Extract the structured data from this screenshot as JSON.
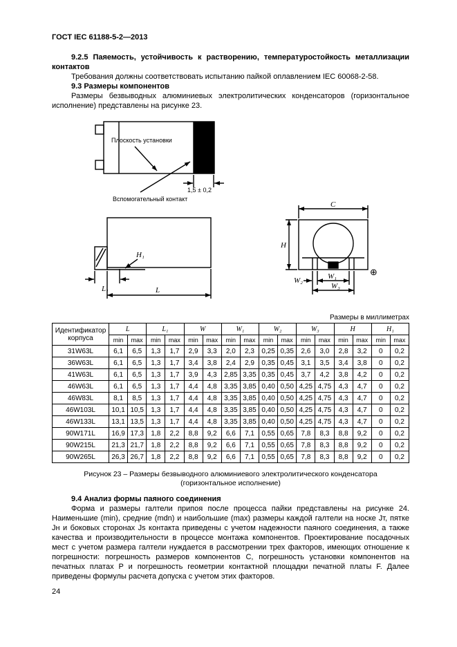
{
  "header": {
    "title": "ГОСТ IEC 61188-5-2—2013"
  },
  "sections": {
    "s925": {
      "heading": "9.2.5 Паяемость, устойчивость к растворению, температуростойкость металлизации контактов",
      "body": "Требования должны соответствовать испытанию пайкой оплавлением IEC 60068-2-58."
    },
    "s93": {
      "heading": "9.3 Размеры компонентов",
      "body": "Размеры безвыводных алюминиевых электролитических конденсаторов (горизонтальное исполнение) представлены на рисунке 23."
    },
    "s94": {
      "heading": "9.4 Анализ формы паяного соединения",
      "body": "Форма и размеры галтели припоя после процесса пайки представлены на рисунке 24. Наименьшие (min), средние (mdn) и наибольшие (max) размеры каждой галтели на носке Jт, пятке Jн и боковых сторонах Js контакта приведены с учетом надежности паяного соединения, а также качества и производительности в процессе монтажа компонентов. Проектирование посадочных мест с учетом размера галтели нуждается в рассмотрении трех факторов, имеющих отношение к погрешности: погрешность размеров компонентов C, погрешность установки компонентов на печатных платах P и погрешность геометрии контактной площадки печатной платы F. Далее приведены формулы расчета допуска с учетом этих факторов."
    }
  },
  "figure": {
    "labels": {
      "mounting_plane": "Плоскость установки",
      "terminal_dim": "1,5 ± 0,2",
      "aux_contact": "Вспомогательный контакт",
      "L": "L",
      "L1": "L₁",
      "H1": "H₁",
      "C": "C",
      "H": "H",
      "W1": "W₁",
      "W2": "W₂",
      "W3": "W₃",
      "polarity": "⊕"
    },
    "caption_line1": "Рисунок 23 – Размеры безвыводного алюминиевого электролитического конденсатора",
    "caption_line2": "(горизонтальное исполнение)"
  },
  "table": {
    "units_note": "Размеры в миллиметрах",
    "id_header": "Идентификатор корпуса",
    "dims": [
      "L",
      "L₁",
      "W",
      "W₁",
      "W₂",
      "W₃",
      "H",
      "H₁"
    ],
    "min_label": "min",
    "max_label": "max",
    "rows": [
      {
        "id": "31W63L",
        "values": [
          "6,1",
          "6,5",
          "1,3",
          "1,7",
          "2,9",
          "3,3",
          "2,0",
          "2,3",
          "0,25",
          "0,35",
          "2,6",
          "3,0",
          "2,8",
          "3,2",
          "0",
          "0,2"
        ]
      },
      {
        "id": "36W63L",
        "values": [
          "6,1",
          "6,5",
          "1,3",
          "1,7",
          "3,4",
          "3,8",
          "2,4",
          "2,9",
          "0,35",
          "0,45",
          "3,1",
          "3,5",
          "3,4",
          "3,8",
          "0",
          "0,2"
        ]
      },
      {
        "id": "41W63L",
        "values": [
          "6,1",
          "6,5",
          "1,3",
          "1,7",
          "3,9",
          "4,3",
          "2,85",
          "3,35",
          "0,35",
          "0,45",
          "3,7",
          "4,2",
          "3,8",
          "4,2",
          "0",
          "0,2"
        ]
      },
      {
        "id": "46W63L",
        "values": [
          "6,1",
          "6,5",
          "1,3",
          "1,7",
          "4,4",
          "4,8",
          "3,35",
          "3,85",
          "0,40",
          "0,50",
          "4,25",
          "4,75",
          "4,3",
          "4,7",
          "0",
          "0,2"
        ]
      },
      {
        "id": "46W83L",
        "values": [
          "8,1",
          "8,5",
          "1,3",
          "1,7",
          "4,4",
          "4,8",
          "3,35",
          "3,85",
          "0,40",
          "0,50",
          "4,25",
          "4,75",
          "4,3",
          "4,7",
          "0",
          "0,2"
        ]
      },
      {
        "id": "46W103L",
        "values": [
          "10,1",
          "10,5",
          "1,3",
          "1,7",
          "4,4",
          "4,8",
          "3,35",
          "3,85",
          "0,40",
          "0,50",
          "4,25",
          "4,75",
          "4,3",
          "4,7",
          "0",
          "0,2"
        ]
      },
      {
        "id": "46W133L",
        "values": [
          "13,1",
          "13,5",
          "1,3",
          "1,7",
          "4,4",
          "4,8",
          "3,35",
          "3,85",
          "0,40",
          "0,50",
          "4,25",
          "4,75",
          "4,3",
          "4,7",
          "0",
          "0,2"
        ]
      },
      {
        "id": "90W171L",
        "values": [
          "16,9",
          "17,3",
          "1,8",
          "2,2",
          "8,8",
          "9,2",
          "6,6",
          "7,1",
          "0,55",
          "0,65",
          "7,8",
          "8,3",
          "8,8",
          "9,2",
          "0",
          "0,2"
        ]
      },
      {
        "id": "90W215L",
        "values": [
          "21,3",
          "21,7",
          "1,8",
          "2,2",
          "8,8",
          "9,2",
          "6,6",
          "7,1",
          "0,55",
          "0,65",
          "7,8",
          "8,3",
          "8,8",
          "9,2",
          "0",
          "0,2"
        ]
      },
      {
        "id": "90W265L",
        "values": [
          "26,3",
          "26,7",
          "1,8",
          "2,2",
          "8,8",
          "9,2",
          "6,6",
          "7,1",
          "0,55",
          "0,65",
          "7,8",
          "8,3",
          "8,8",
          "9,2",
          "0",
          "0,2"
        ]
      }
    ]
  },
  "footer": {
    "page_number": "24"
  },
  "colors": {
    "ink": "#000000",
    "paper": "#ffffff"
  }
}
